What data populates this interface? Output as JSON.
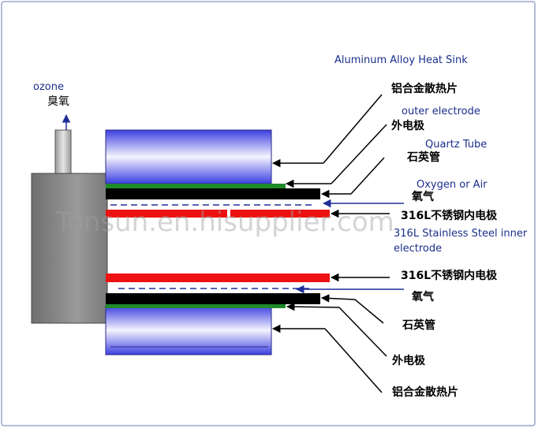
{
  "labels": {
    "heat_sink_en": "Aluminum Alloy Heat Sink",
    "heat_sink_zh": "铝合金散热片",
    "ozone_en": "ozone",
    "ozone_zh": "臭氧",
    "outer_electrode_en": "outer electrode",
    "outer_electrode_zh": "外电极",
    "quartz_tube_en": "Quartz Tube",
    "quartz_tube_zh": "石英管",
    "oxygen_air_en": "Oxygen or Air",
    "oxygen_zh": "氧气",
    "inner_electrode_zh": "316L不锈钢内电极",
    "inner_electrode_en_line1": "316L Stainless Steel inner",
    "inner_electrode_en_line2": "electrode",
    "inner_electrode_zh_bottom": "316L不锈钢内电极",
    "oxygen_zh_bottom": "氧气",
    "quartz_tube_zh_bottom": "石英管",
    "outer_electrode_zh_bottom": "外电极",
    "heat_sink_zh_bottom": "铝合金散热片"
  },
  "watermark": "Tonsun.en.hisupplier.com",
  "colors": {
    "heat_sink": "#5a5ef0",
    "outer_electrode": "#1f8a2a",
    "quartz_tube": "#000000",
    "inner_electrode": "#ee1111",
    "housing": "#8c8c8c",
    "flow_arrow": "#1f2e9a",
    "label_blue": "#1a2f8c"
  }
}
